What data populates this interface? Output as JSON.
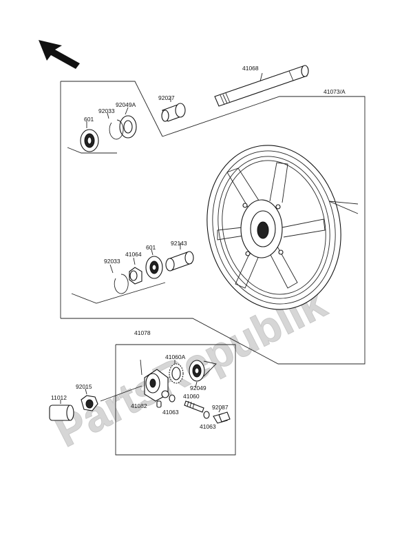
{
  "watermark": {
    "text": "PartsRepublik"
  },
  "labels": {
    "p41068": "41068",
    "p41073a": "41073/A",
    "p92027": "92027",
    "p92049a": "92049A",
    "p92033_top": "92033",
    "p601_top": "601",
    "p92143": "92143",
    "p601_mid": "601",
    "p41064": "41064",
    "p92033_mid": "92033",
    "p41078": "41078",
    "p41060a": "41060A",
    "p92049": "92049",
    "p92015": "92015",
    "p11012": "11012",
    "p41060": "41060",
    "p92087": "92087",
    "p41082": "41082",
    "p41063_a": "41063",
    "p41063_b": "41063"
  },
  "colors": {
    "ink": "#111111",
    "watermark": "#d6d6d6",
    "background": "#ffffff"
  },
  "icons": {
    "orientation": "arrow-up-left-icon"
  }
}
